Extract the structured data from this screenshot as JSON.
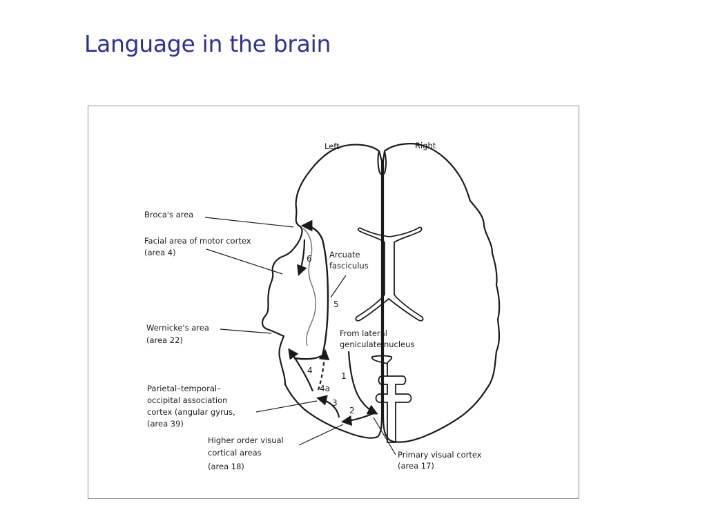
{
  "slide": {
    "title": "Language in the brain"
  },
  "diagram": {
    "orientation": {
      "left": "Left",
      "right": "Right"
    },
    "labels": {
      "broca": "Broca's area",
      "facial_1": "Facial area of motor cortex",
      "facial_2": "(area 4)",
      "wernicke_1": "Wernicke's area",
      "wernicke_2": "(area 22)",
      "parietal_1": "Parietal–temporal–",
      "parietal_2": "occipital association",
      "parietal_3": "cortex (angular gyrus,",
      "parietal_4": "(area 39)",
      "higher_1": "Higher order visual",
      "higher_2": "cortical areas",
      "higher_3": "(area 18)",
      "primary_1": "Primary visual cortex",
      "primary_2": "(area 17)",
      "arcuate_1": "Arcuate",
      "arcuate_2": "fasciculus",
      "lgn_1": "From lateral",
      "lgn_2": "geniculate nucleus"
    },
    "pathway_numbers": {
      "n1": "1",
      "n2": "2",
      "n3": "3",
      "n4": "4",
      "n4a": "4a",
      "n5": "5",
      "n6": "6"
    },
    "colors": {
      "title": "#2e3192",
      "line": "#1a1a1a",
      "frame": "#8c8c8c"
    }
  }
}
